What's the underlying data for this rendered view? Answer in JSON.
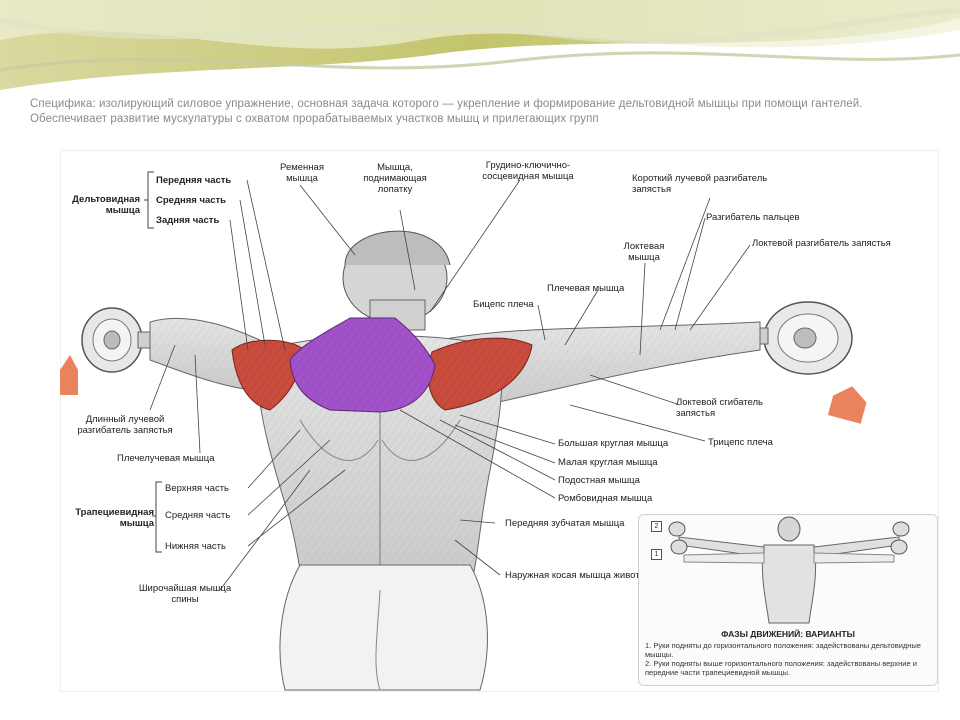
{
  "intro_text": "Специфика: изолирующий силовое упражнение, основная задача которого — укрепление и формирование дельтовидной мышцы при помощи гантелей. Обеспечивает развитие мускулатуры с охватом прорабатываемых участков мышц и прилегающих групп",
  "labels": {
    "deltoid": "Дельтовидная\nмышца",
    "deltoid_front": "Передняя часть",
    "deltoid_mid": "Средняя часть",
    "deltoid_rear": "Задняя часть",
    "splenius": "Ременная\nмышца",
    "levator": "Мышца,\nподнимающая\nлопатку",
    "scm": "Грудино-ключично-\nсосцевидная мышца",
    "ecrb": "Короткий лучевой разгибатель\nзапястья",
    "ext_digit": "Разгибатель пальцев",
    "anconeus": "Локтевая\nмышца",
    "ecu": "Локтевой разгибатель запястья",
    "brachialis": "Плечевая мышца",
    "biceps": "Бицепс плеча",
    "ecrl": "Длинный лучевой\nразгибатель запястья",
    "brachioradialis": "Плечелучевая мышца",
    "fcu": "Локтевой сгибатель\nзапястья",
    "triceps": "Трицепс плеча",
    "teres_major": "Большая круглая мышца",
    "teres_minor": "Малая круглая мышца",
    "infraspinatus": "Подостная мышца",
    "rhomboid": "Ромбовидная мышца",
    "trapezius": "Трапециевидная\nмышца",
    "trap_upper": "Верхняя часть",
    "trap_mid": "Средняя часть",
    "trap_lower": "Нижняя часть",
    "serratus": "Передняя зубчатая мышца",
    "latissimus": "Широчайшая мышца\nспины",
    "oblique": "Наружная косая мышца живота"
  },
  "inset": {
    "title": "ФАЗЫ ДВИЖЕНИЙ: ВАРИАНТЫ",
    "badge_1": "1",
    "badge_2": "2",
    "note_1": "1. Руки подняты до горизонтального положения: задействованы дельтовидные мышцы.",
    "note_2": "2. Руки подняты выше горизонтального положения: задействованы верхние и передние части трапециевидной мышцы."
  },
  "colors": {
    "deltoid_highlight": "#c8483a",
    "trapezius_highlight": "#a14fc9",
    "arrow": "#e9835d",
    "header_green": "#c9c97a"
  }
}
